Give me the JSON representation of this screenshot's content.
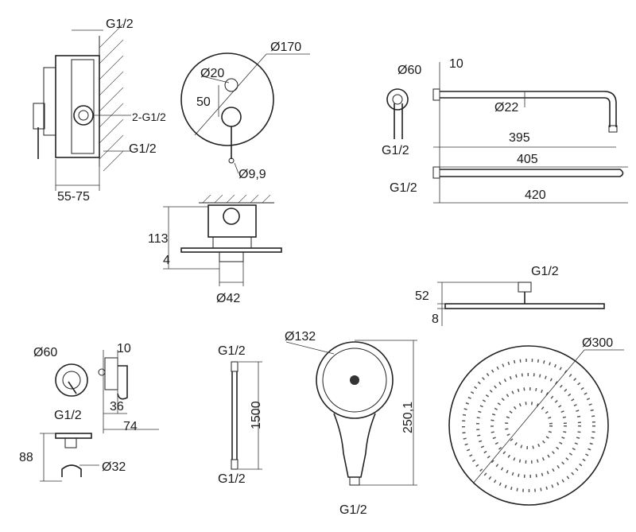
{
  "mixer_side": {
    "top": "G1/2",
    "outlet": "2-G1/2",
    "bottom": "G1/2",
    "depth": "55-75"
  },
  "plate_front": {
    "diameter": "Ø170",
    "diverter": "Ø20",
    "offset": "50",
    "lever": "Ø9,9"
  },
  "mixer_top": {
    "height": "113",
    "plate": "4",
    "spout": "Ø42"
  },
  "shower_arm": {
    "flange": "Ø60",
    "wall": "10",
    "pipe": "Ø22",
    "thread": "G1/2",
    "reach": "395",
    "length": "405",
    "thread_top": "G1/2",
    "total": "420"
  },
  "head_side": {
    "thread": "G1/2",
    "height": "52",
    "thickness": "8"
  },
  "wall_outlet": {
    "flange": "Ø60",
    "thread": "G1/2",
    "wall": "10",
    "depth": "36",
    "length": "74",
    "height": "88",
    "holder": "Ø32"
  },
  "hose": {
    "top": "G1/2",
    "length": "1500",
    "bottom": "G1/2"
  },
  "hand_shower": {
    "diameter": "Ø132",
    "length": "250,1",
    "thread": "G1/2"
  },
  "rain_head": {
    "diameter": "Ø300"
  }
}
